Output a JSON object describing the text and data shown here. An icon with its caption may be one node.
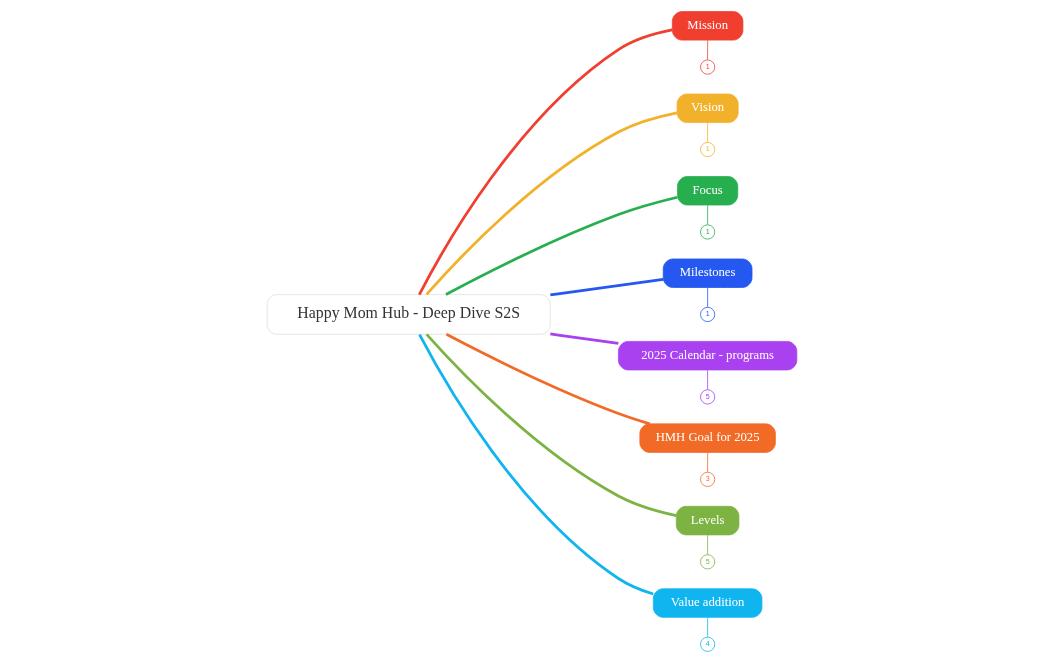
{
  "diagram": {
    "nodes": [
      {
        "text": [
          "Happy Mom Hub - Deep Dive S2S"
        ]
      },
      {
        "text": [
          "Mission"
        ]
      },
      {
        "text": [
          "Vision"
        ]
      },
      {
        "text": [
          "Focus"
        ]
      },
      {
        "text": [
          "Milestones"
        ]
      },
      {
        "text": [
          "2025 Calendar - programs"
        ]
      },
      {
        "text": [
          "HMH Goal for 2025"
        ]
      },
      {
        "text": [
          "Levels"
        ]
      },
      {
        "text": [
          "Value addition"
        ]
      },
      {
        "text": [
          "1"
        ]
      },
      {
        "text": [
          "1"
        ]
      },
      {
        "text": [
          "1"
        ]
      },
      {
        "text": [
          "1"
        ]
      },
      {
        "text": [
          "5"
        ]
      },
      {
        "text": [
          "3"
        ]
      },
      {
        "text": [
          "5"
        ]
      },
      {
        "text": [
          "4"
        ]
      }
    ],
    "edges": [
      {
        "from": 0,
        "to": 1,
        "arrow": "none",
        "style": "thick",
        "color": "#f03e2f"
      },
      {
        "from": 0,
        "to": 2,
        "arrow": "none",
        "style": "thick",
        "color": "#f2b12a"
      },
      {
        "from": 0,
        "to": 3,
        "arrow": "none",
        "style": "thick",
        "color": "#27ae4f"
      },
      {
        "from": 0,
        "to": 4,
        "arrow": "none",
        "style": "thick",
        "color": "#2458f0"
      },
      {
        "from": 0,
        "to": 5,
        "arrow": "none",
        "style": "thick",
        "color": "#a941f0"
      },
      {
        "from": 0,
        "to": 6,
        "arrow": "none",
        "style": "thick",
        "color": "#f26b26"
      },
      {
        "from": 0,
        "to": 7,
        "arrow": "none",
        "style": "thick",
        "color": "#7cb342"
      },
      {
        "from": 0,
        "to": 8,
        "arrow": "none",
        "style": "thick",
        "color": "#10b5f0"
      },
      {
        "from": 1,
        "to": 9,
        "arrow": "none",
        "color": "#f03e2f"
      },
      {
        "from": 2,
        "to": 10,
        "arrow": "none",
        "color": "#f2b12a"
      },
      {
        "from": 3,
        "to": 11,
        "arrow": "none",
        "color": "#27ae4f"
      },
      {
        "from": 4,
        "to": 12,
        "arrow": "none",
        "color": "#2458f0"
      },
      {
        "from": 5,
        "to": 13,
        "arrow": "none",
        "color": "#a941f0"
      },
      {
        "from": 6,
        "to": 14,
        "arrow": "none",
        "color": "#f26b26"
      },
      {
        "from": 7,
        "to": 15,
        "arrow": "none",
        "color": "#7cb342"
      },
      {
        "from": 8,
        "to": 16,
        "arrow": "none",
        "color": "#10b5f0"
      }
    ]
  }
}
